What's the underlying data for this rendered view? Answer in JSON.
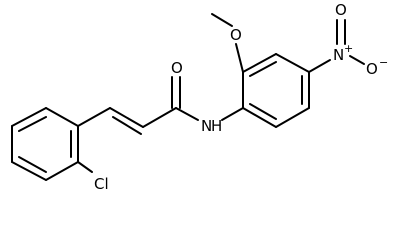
{
  "molecule": {
    "atoms": {
      "oxygen_carbonyl": "O",
      "nitrogen_amide": "N",
      "hydrogen_amide": "H",
      "oxygen_methoxy": "O",
      "nitrogen_nitro": "N",
      "nitro_plus": "+",
      "oxygen_nitro_top": "O",
      "oxygen_nitro_right": "O",
      "nitro_minus": "−",
      "chlorine": "Cl"
    }
  }
}
